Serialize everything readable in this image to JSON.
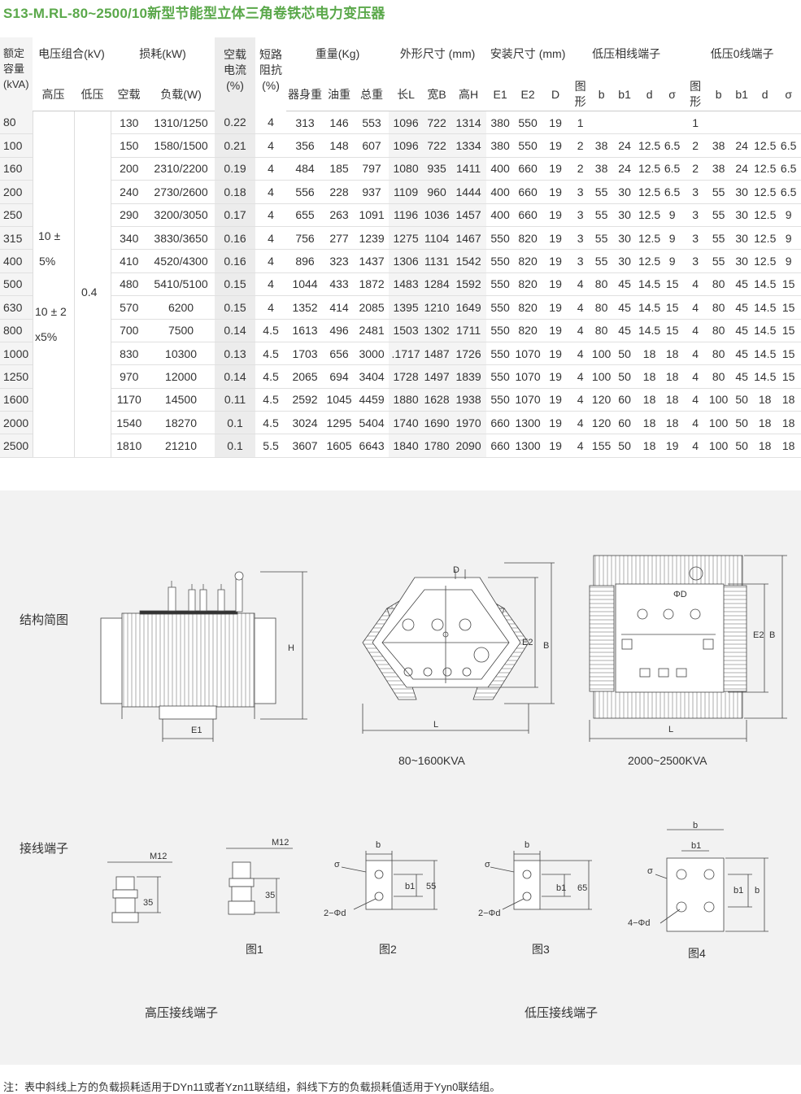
{
  "title": "S13-M.RL-80~2500/10新型节能型立体三角卷铁芯电力变压器",
  "table": {
    "headers": {
      "rated_capacity": [
        "额定",
        "容量",
        "(kVA)"
      ],
      "voltage_group": "电压组合(kV)",
      "hv": "高压",
      "lv": "低压",
      "loss": "损耗(kW)",
      "noload_loss": "空载",
      "load_loss": "负载(W)",
      "noload_current": [
        "空载",
        "电流",
        "(%)"
      ],
      "short_imp": [
        "短路",
        "阻抗",
        "(%)"
      ],
      "weight": "重量(Kg)",
      "body_w": "器身重",
      "oil_w": "油重",
      "total_w": "总重",
      "outline": "外形尺寸 (mm)",
      "len": "长L",
      "wid": "宽B",
      "hei": "高H",
      "install": "安装尺寸 (mm)",
      "e1": "E1",
      "e2": "E2",
      "d": "D",
      "lv_phase": "低压相线端子",
      "lv_zero": "低压0线端子",
      "fig": [
        "图",
        "形"
      ],
      "b": "b",
      "b1": "b1",
      "dd": "d",
      "sigma": "σ"
    },
    "hv_values": {
      "a1": "10 ±",
      "a2": "5%",
      "b1": "10 ± 2",
      "b2": "x5%"
    },
    "lv_value": "0.4",
    "rows": [
      [
        "80",
        "130",
        "1310/1250",
        "0.22",
        "4",
        "313",
        "146",
        "553",
        "1096",
        "722",
        "1314",
        "380",
        "550",
        "19",
        "1",
        "",
        "",
        "",
        "",
        "1",
        "",
        "",
        "",
        ""
      ],
      [
        "100",
        "150",
        "1580/1500",
        "0.21",
        "4",
        "356",
        "148",
        "607",
        "1096",
        "722",
        "1334",
        "380",
        "550",
        "19",
        "2",
        "38",
        "24",
        "12.5",
        "6.5",
        "2",
        "38",
        "24",
        "12.5",
        "6.5"
      ],
      [
        "160",
        "200",
        "2310/2200",
        "0.19",
        "4",
        "484",
        "185",
        "797",
        "1080",
        "935",
        "1411",
        "400",
        "660",
        "19",
        "2",
        "38",
        "24",
        "12.5",
        "6.5",
        "2",
        "38",
        "24",
        "12.5",
        "6.5"
      ],
      [
        "200",
        "240",
        "2730/2600",
        "0.18",
        "4",
        "556",
        "228",
        "937",
        "1109",
        "960",
        "1444",
        "400",
        "660",
        "19",
        "3",
        "55",
        "30",
        "12.5",
        "6.5",
        "3",
        "55",
        "30",
        "12.5",
        "6.5"
      ],
      [
        "250",
        "290",
        "3200/3050",
        "0.17",
        "4",
        "655",
        "263",
        "1091",
        "1196",
        "1036",
        "1457",
        "400",
        "660",
        "19",
        "3",
        "55",
        "30",
        "12.5",
        "9",
        "3",
        "55",
        "30",
        "12.5",
        "9"
      ],
      [
        "315",
        "340",
        "3830/3650",
        "0.16",
        "4",
        "756",
        "277",
        "1239",
        "1275",
        "1104",
        "1467",
        "550",
        "820",
        "19",
        "3",
        "55",
        "30",
        "12.5",
        "9",
        "3",
        "55",
        "30",
        "12.5",
        "9"
      ],
      [
        "400",
        "410",
        "4520/4300",
        "0.16",
        "4",
        "896",
        "323",
        "1437",
        "1306",
        "1131",
        "1542",
        "550",
        "820",
        "19",
        "3",
        "55",
        "30",
        "12.5",
        "9",
        "3",
        "55",
        "30",
        "12.5",
        "9"
      ],
      [
        "500",
        "480",
        "5410/5100",
        "0.15",
        "4",
        "1044",
        "433",
        "1872",
        "1483",
        "1284",
        "1592",
        "550",
        "820",
        "19",
        "4",
        "80",
        "45",
        "14.5",
        "15",
        "4",
        "80",
        "45",
        "14.5",
        "15"
      ],
      [
        "630",
        "570",
        "6200",
        "0.15",
        "4",
        "1352",
        "414",
        "2085",
        "1395",
        "1210",
        "1649",
        "550",
        "820",
        "19",
        "4",
        "80",
        "45",
        "14.5",
        "15",
        "4",
        "80",
        "45",
        "14.5",
        "15"
      ],
      [
        "800",
        "700",
        "7500",
        "0.14",
        "4.5",
        "1613",
        "496",
        "2481",
        "1503",
        "1302",
        "1711",
        "550",
        "820",
        "19",
        "4",
        "80",
        "45",
        "14.5",
        "15",
        "4",
        "80",
        "45",
        "14.5",
        "15"
      ],
      [
        "1000",
        "830",
        "10300",
        "0.13",
        "4.5",
        "1703",
        "656",
        "3000",
        ".1717",
        "1487",
        "1726",
        "550",
        "1070",
        "19",
        "4",
        "100",
        "50",
        "18",
        "18",
        "4",
        "80",
        "45",
        "14.5",
        "15"
      ],
      [
        "1250",
        "970",
        "12000",
        "0.14",
        "4.5",
        "2065",
        "694",
        "3404",
        "1728",
        "1497",
        "1839",
        "550",
        "1070",
        "19",
        "4",
        "100",
        "50",
        "18",
        "18",
        "4",
        "80",
        "45",
        "14.5",
        "15"
      ],
      [
        "1600",
        "1170",
        "14500",
        "0.11",
        "4.5",
        "2592",
        "1045",
        "4459",
        "1880",
        "1628",
        "1938",
        "550",
        "1070",
        "19",
        "4",
        "120",
        "60",
        "18",
        "18",
        "4",
        "100",
        "50",
        "18",
        "18"
      ],
      [
        "2000",
        "1540",
        "18270",
        "0.1",
        "4.5",
        "3024",
        "1295",
        "5404",
        "1740",
        "1690",
        "1970",
        "660",
        "1300",
        "19",
        "4",
        "120",
        "60",
        "18",
        "18",
        "4",
        "100",
        "50",
        "18",
        "18"
      ],
      [
        "2500",
        "1810",
        "21210",
        "0.1",
        "5.5",
        "3607",
        "1605",
        "6643",
        "1840",
        "1780",
        "2090",
        "660",
        "1300",
        "19",
        "4",
        "155",
        "50",
        "18",
        "19",
        "4",
        "100",
        "50",
        "18",
        "18"
      ]
    ]
  },
  "diagrams": {
    "structure_label": "结构简图",
    "terminal_label": "接线端子",
    "caption_small": "80~1600KVA",
    "caption_large": "2000~2500KVA",
    "dim": {
      "H": "H",
      "E1": "E1",
      "E2": "E2",
      "B": "B",
      "L": "L",
      "D": "D",
      "phiD": "ΦD",
      "b": "b",
      "b1": "b1",
      "sigma": "σ",
      "m12": "M12",
      "v35": "35",
      "v55": "55",
      "v65": "65",
      "two_phid": "2−Φd",
      "four_phid": "4−Φd"
    },
    "fig1": "图1",
    "fig2": "图2",
    "fig3": "图3",
    "fig4": "图4",
    "hv_terminal": "高压接线端子",
    "lv_terminal": "低压接线端子"
  },
  "note": "注：表中斜线上方的负载损耗适用于DYn11或者Yzn11联结组，斜线下方的负载损耗值适用于Yyn0联结组。"
}
